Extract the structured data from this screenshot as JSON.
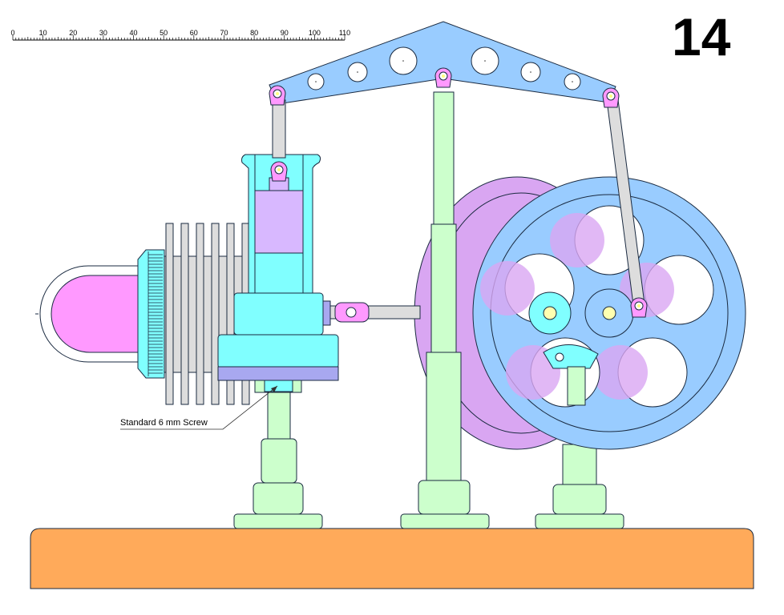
{
  "figure_number": "14",
  "scale": {
    "ticks": [
      "0",
      "10",
      "20",
      "30",
      "40",
      "50",
      "60",
      "70",
      "80",
      "90",
      "100",
      "110"
    ],
    "unit_count": 110
  },
  "annotations": {
    "screw": "Standard 6 mm Screw"
  },
  "colors": {
    "base": "#FFAA5A",
    "beam": "#99CCFF",
    "support": "#CCFFCC",
    "cylinder": "#80FFFF",
    "piston": "#D8B8FF",
    "link": "#FF99FF",
    "rear_wheel": "#D9A6F2",
    "fins": "#DDDDDD"
  }
}
